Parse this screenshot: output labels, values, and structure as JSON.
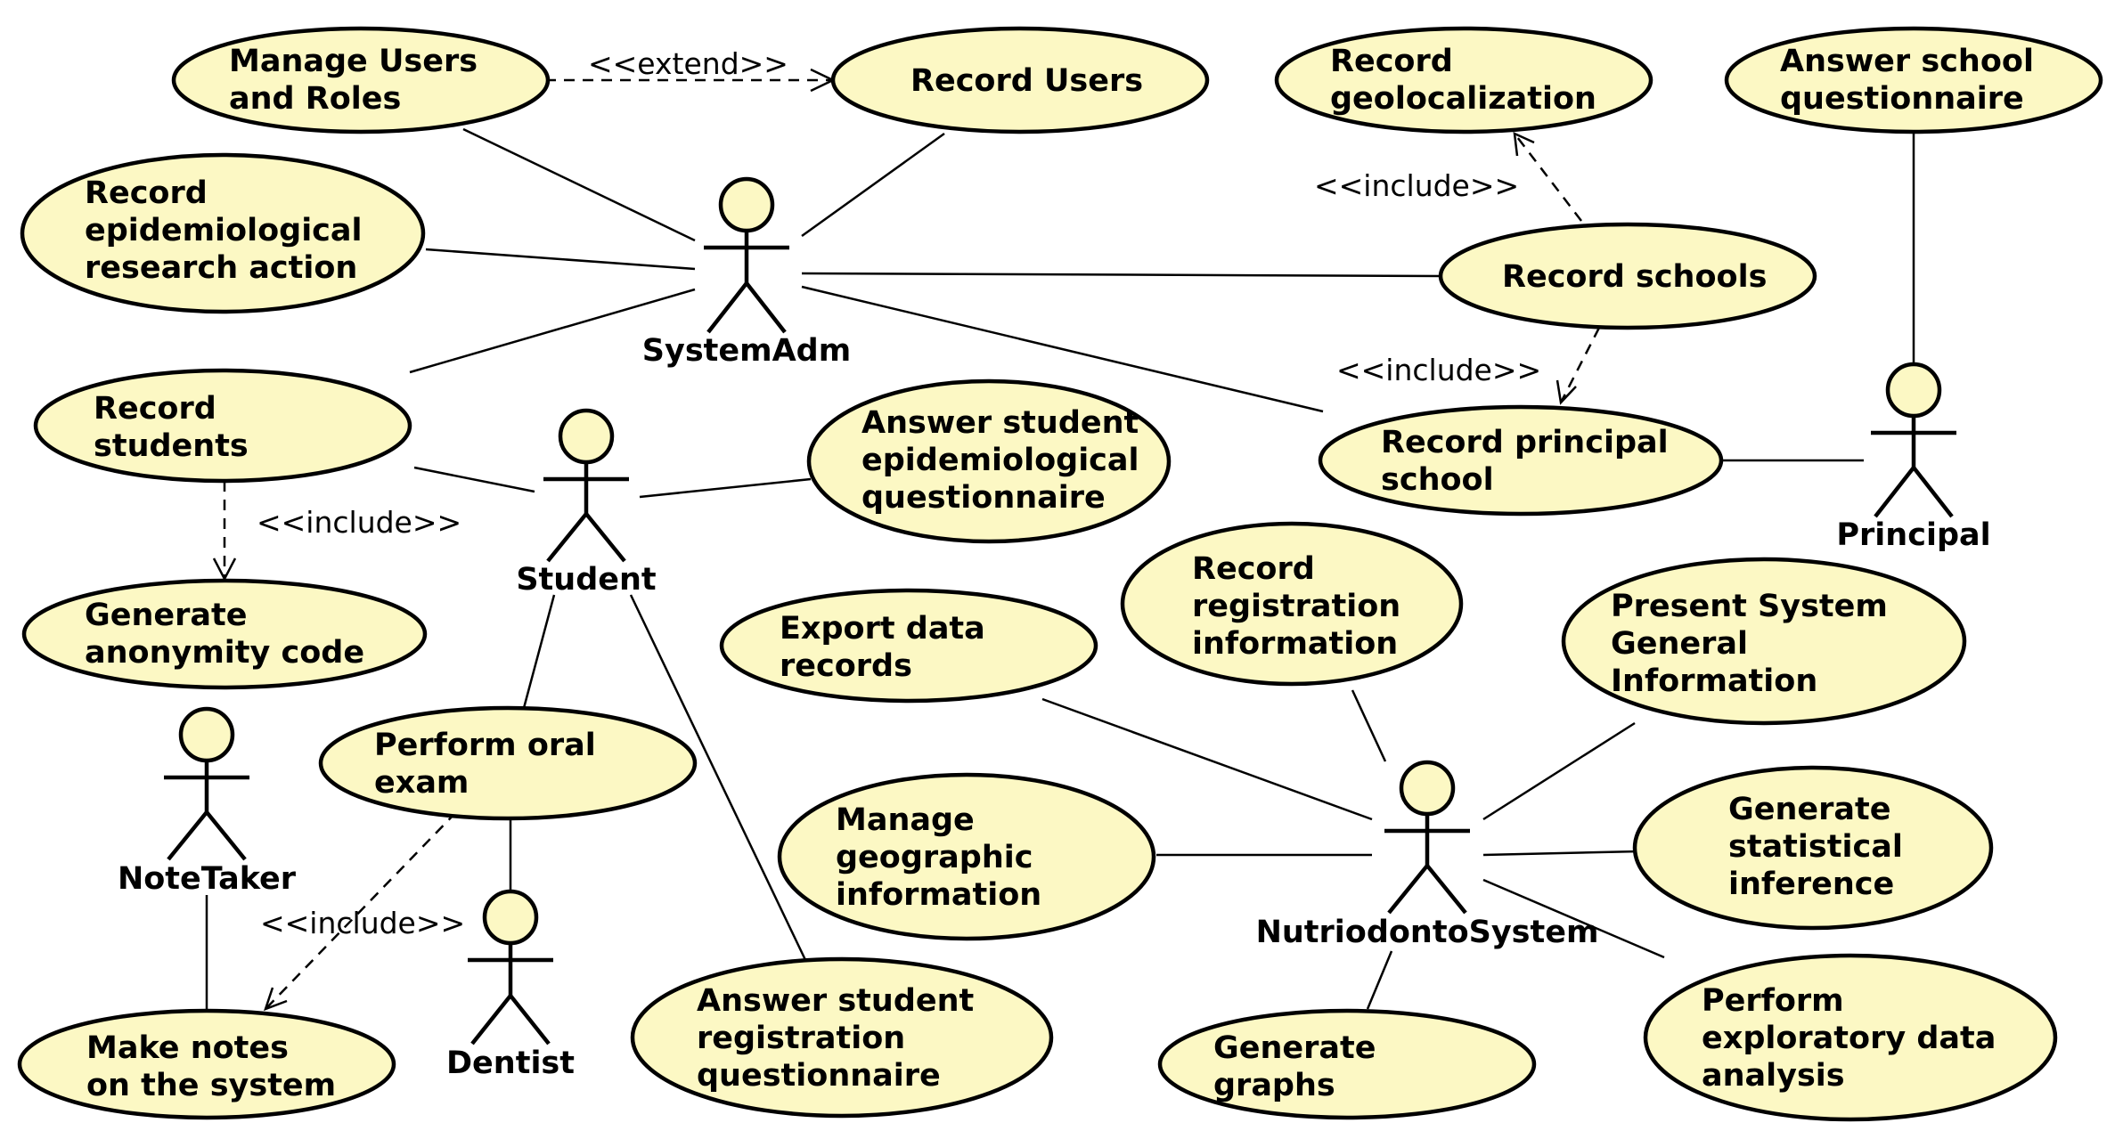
{
  "use_cases": {
    "manage_users": [
      "Manage Users",
      "and Roles"
    ],
    "record_users": [
      "Record Users"
    ],
    "record_geo": [
      "Record",
      "geolocalization"
    ],
    "answer_school_q": [
      "Answer school",
      "questionnaire"
    ],
    "record_epi": [
      "Record",
      "epidemiological",
      "research action"
    ],
    "record_schools": [
      "Record schools"
    ],
    "record_students": [
      "Record",
      "students"
    ],
    "answer_student_epi": [
      "Answer student",
      "epidemiological",
      "questionnaire"
    ],
    "record_principal_school": [
      "Record principal",
      "school"
    ],
    "generate_anon": [
      "Generate",
      "anonymity code"
    ],
    "record_reg_info": [
      "Record",
      "registration",
      "information"
    ],
    "present_sys_info": [
      "Present System",
      "General",
      "Information"
    ],
    "export_data": [
      "Export data",
      "records"
    ],
    "perform_oral": [
      "Perform oral",
      "exam"
    ],
    "manage_geo": [
      "Manage",
      "geographic",
      "information"
    ],
    "gen_stat": [
      "Generate",
      "statistical",
      "inference"
    ],
    "make_notes": [
      "Make notes",
      "on the system"
    ],
    "answer_student_reg": [
      "Answer student",
      "registration",
      "questionnaire"
    ],
    "gen_graphs": [
      "Generate",
      "graphs"
    ],
    "perform_eda": [
      "Perform",
      "exploratory data",
      "analysis"
    ]
  },
  "actors": {
    "systemadm": "SystemAdm",
    "student": "Student",
    "principal": "Principal",
    "notetaker": "NoteTaker",
    "dentist": "Dentist",
    "nutriodonto": "NutriodontoSystem"
  },
  "stereotypes": {
    "extend": "<<extend>>",
    "include_geo": "<<include>>",
    "include_principal": "<<include>>",
    "include_anon": "<<include>>",
    "include_notes": "<<include>>"
  }
}
